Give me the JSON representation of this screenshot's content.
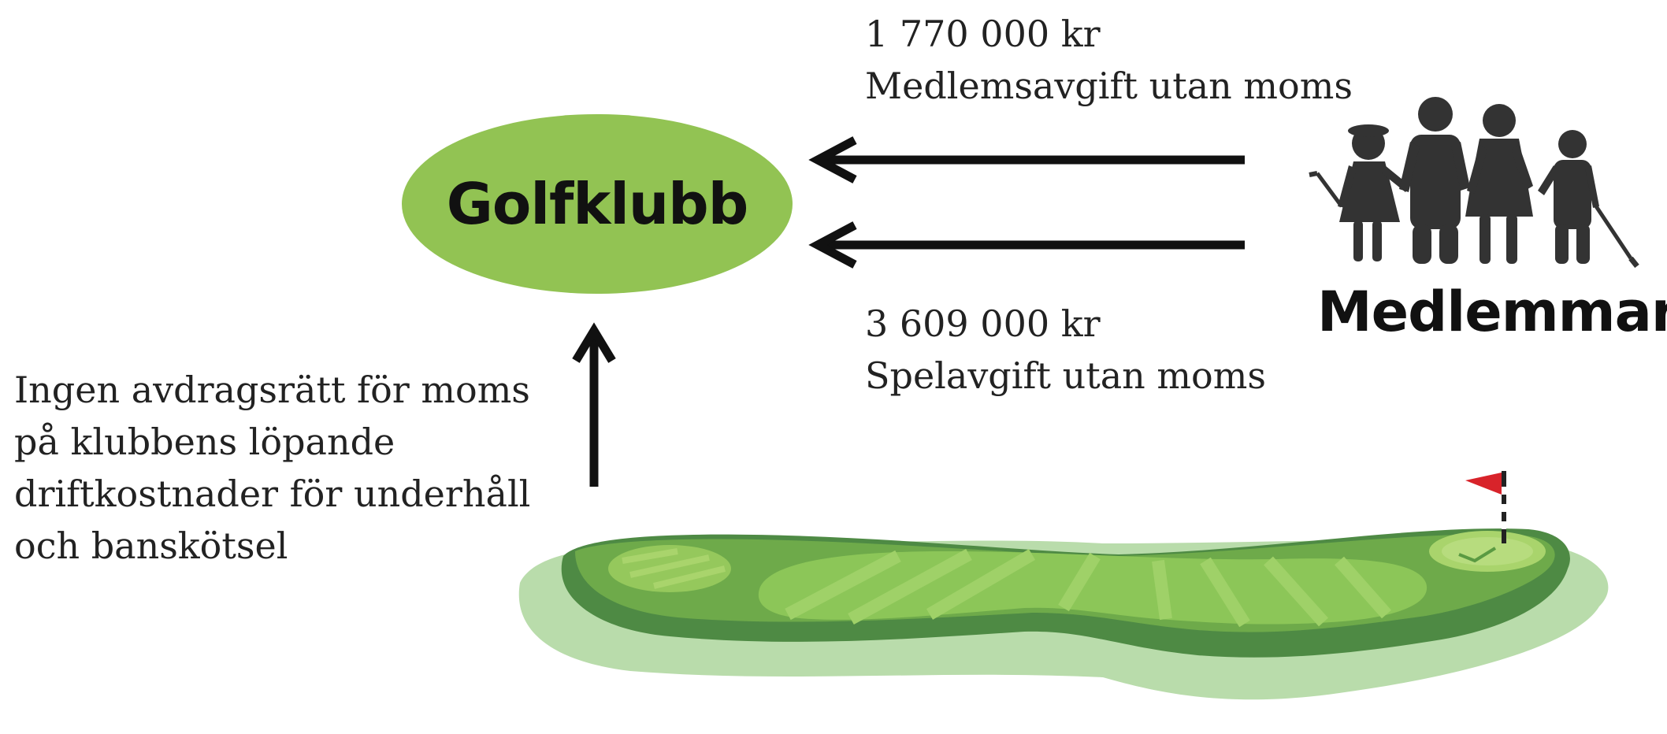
{
  "club": {
    "label": "Golfklubb",
    "color": "#92c353"
  },
  "members": {
    "label": "Medlemmar"
  },
  "fees": [
    {
      "amount": "1 770 000 kr",
      "description": "Medlemsavgift utan moms"
    },
    {
      "amount": "3 609 000 kr",
      "description": "Spelavgift utan moms"
    }
  ],
  "note": {
    "lines": [
      "Ingen avdragsrätt för moms",
      "på klubbens löpande",
      "driftkostnader för underhåll",
      "och banskötsel"
    ]
  },
  "colors": {
    "arrow": "#111111",
    "people": "#333333",
    "rough": "#b9dcab",
    "course_dark": "#4a8a42",
    "fairway": "#8cc658",
    "flag": "#d8232a"
  },
  "icons": [
    "family-golfers-icon",
    "golf-course-icon",
    "flag-icon"
  ]
}
